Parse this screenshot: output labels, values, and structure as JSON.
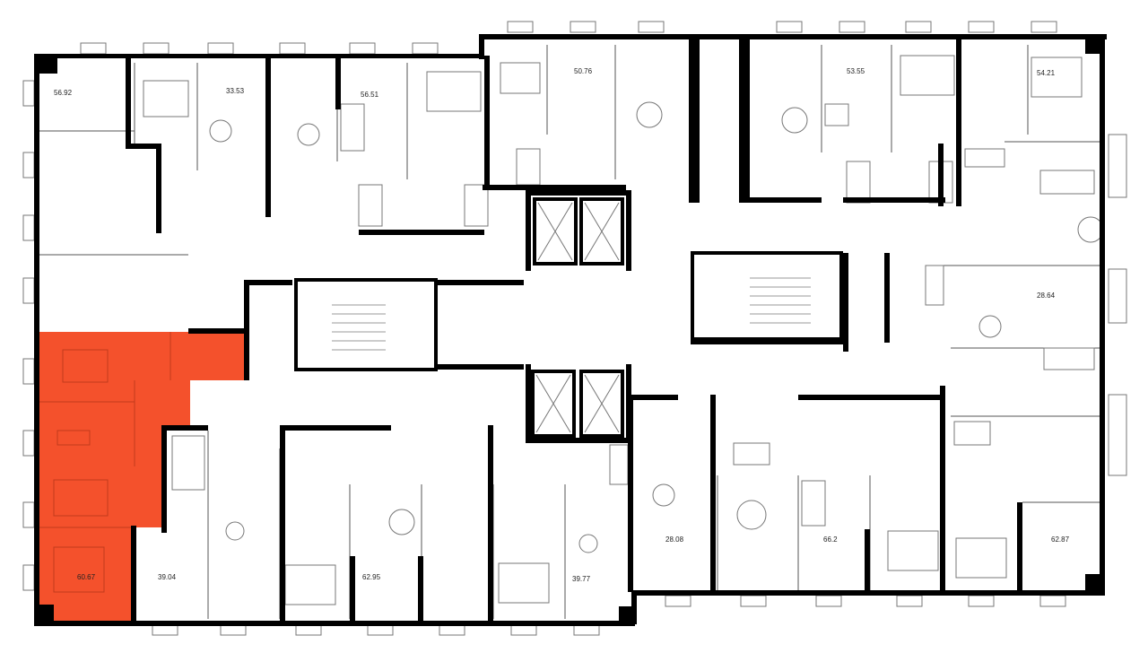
{
  "highlight_color": "#f4512c",
  "wall_color": "#000000",
  "apartments": [
    {
      "id": "a1",
      "area": "56.92"
    },
    {
      "id": "a2",
      "area": "33.53"
    },
    {
      "id": "a3",
      "area": "56.51"
    },
    {
      "id": "a4",
      "area": "50.76"
    },
    {
      "id": "a5",
      "area": "53.55"
    },
    {
      "id": "a6",
      "area": "54.21"
    },
    {
      "id": "a7",
      "area": "28.64"
    },
    {
      "id": "a8",
      "area": "60.67",
      "selected": true
    },
    {
      "id": "a9",
      "area": "39.04"
    },
    {
      "id": "a10",
      "area": "62.95"
    },
    {
      "id": "a11",
      "area": "39.77"
    },
    {
      "id": "a12",
      "area": "28.08"
    },
    {
      "id": "a13",
      "area": "66.2"
    },
    {
      "id": "a14",
      "area": "62.87"
    }
  ]
}
